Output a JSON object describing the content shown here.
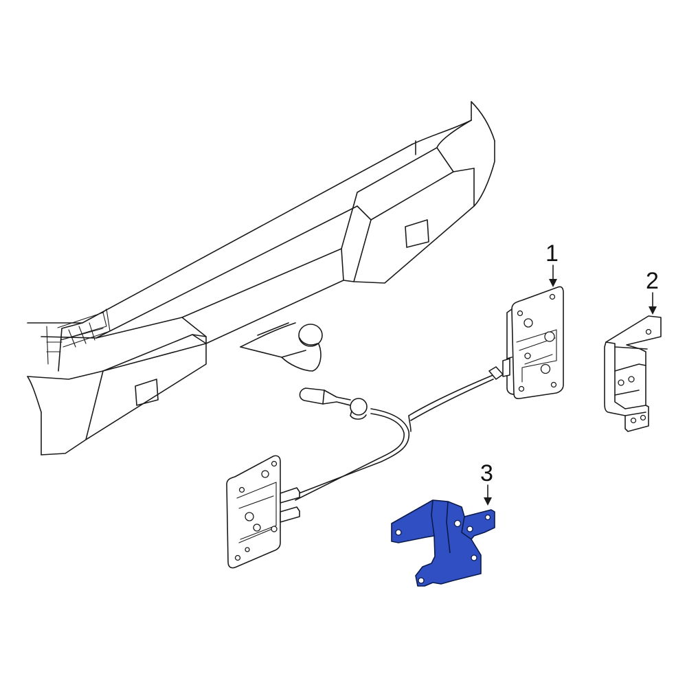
{
  "diagram": {
    "callouts": [
      {
        "id": "1",
        "label": "1"
      },
      {
        "id": "2",
        "label": "2"
      },
      {
        "id": "3",
        "label": "3"
      }
    ],
    "highlighted_part": "3",
    "colors": {
      "highlight": "#2f4fc2",
      "line": "#1a1a1a",
      "background": "#ffffff"
    }
  }
}
